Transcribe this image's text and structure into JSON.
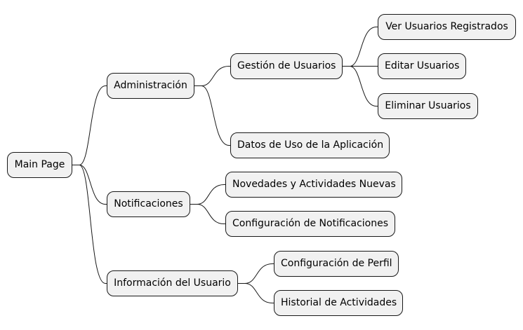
{
  "diagram": {
    "root": "Main Page",
    "branches": [
      {
        "label": "Administración",
        "children": [
          {
            "label": "Gestión de Usuarios",
            "children": [
              {
                "label": "Ver Usuarios Registrados"
              },
              {
                "label": "Editar Usuarios"
              },
              {
                "label": "Eliminar Usuarios"
              }
            ]
          },
          {
            "label": "Datos de Uso de la Aplicación"
          }
        ]
      },
      {
        "label": "Notificaciones",
        "children": [
          {
            "label": "Novedades y Actividades Nuevas"
          },
          {
            "label": "Configuración de Notificaciones"
          }
        ]
      },
      {
        "label": "Información del Usuario",
        "children": [
          {
            "label": "Configuración de Perfil"
          },
          {
            "label": "Historial de Actividades"
          }
        ]
      }
    ]
  },
  "style": {
    "node_fill": "#f1f1f1",
    "node_border": "#181818",
    "connector": "#181818"
  }
}
